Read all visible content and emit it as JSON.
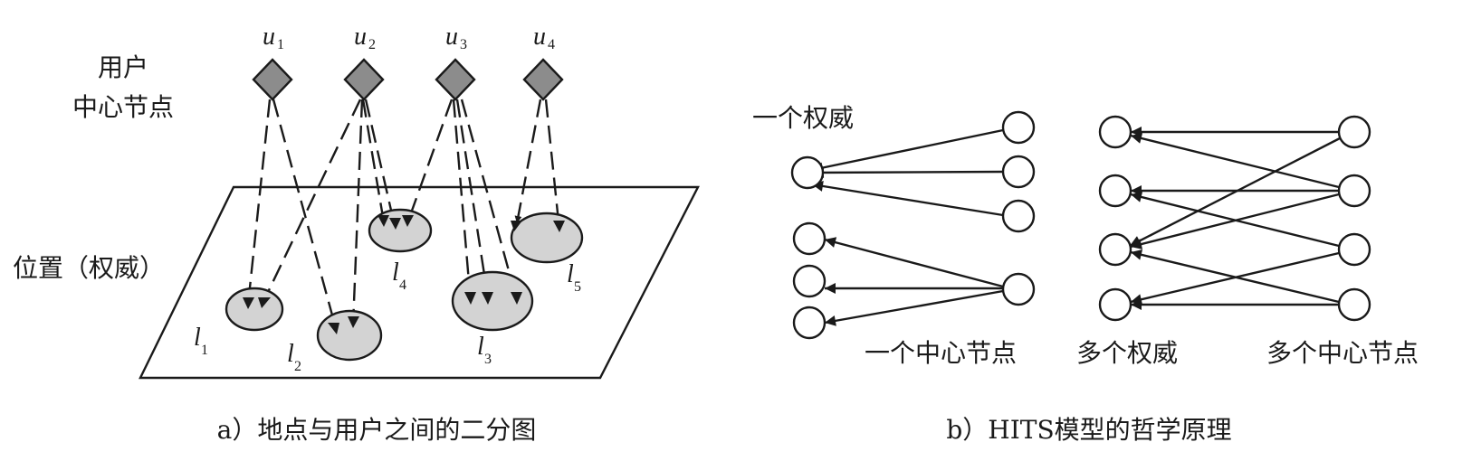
{
  "panel_a": {
    "caption": "a）地点与用户之间的二分图",
    "hub_label_line1": "用户",
    "hub_label_line2": "中心节点",
    "plane_label": "位置（权威）",
    "users": [
      {
        "letter": "u",
        "index": "1"
      },
      {
        "letter": "u",
        "index": "2"
      },
      {
        "letter": "u",
        "index": "3"
      },
      {
        "letter": "u",
        "index": "4"
      }
    ],
    "locations": [
      {
        "letter": "l",
        "index": "1"
      },
      {
        "letter": "l",
        "index": "2"
      },
      {
        "letter": "l",
        "index": "3"
      },
      {
        "letter": "l",
        "index": "4"
      },
      {
        "letter": "l",
        "index": "5"
      }
    ],
    "colors": {
      "user_node": "#8c8c8c",
      "location_node": "#d3d3d3",
      "stroke": "#1a1a1a"
    }
  },
  "panel_b": {
    "caption": "b）HITS模型的哲学原理",
    "label_one_authority": "一个权威",
    "label_one_hub": "一个中心节点",
    "label_many_authorities": "多个权威",
    "label_many_hubs": "多个中心节点"
  }
}
